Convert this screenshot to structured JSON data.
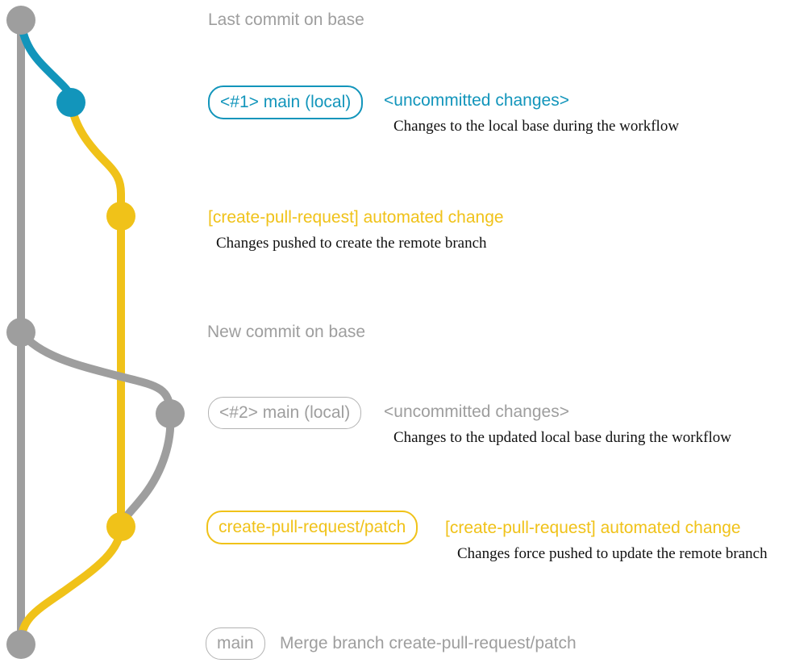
{
  "colors": {
    "gray": "#9E9E9E",
    "blue": "#1295BB",
    "yellow": "#F0C219",
    "box_border_gray": "#B3B3B3",
    "desc_text": "#111111",
    "background": "#FFFFFF"
  },
  "graph": {
    "type": "git-branch-diagram",
    "lanes": [
      {
        "name": "base",
        "color": "#9E9E9E"
      },
      {
        "name": "main-local",
        "color": "#1295BB"
      },
      {
        "name": "create-pull-request/patch",
        "color": "#F0C219"
      }
    ]
  },
  "rows": {
    "r1": {
      "title": "Last commit on base"
    },
    "r2": {
      "tag": "<#1> main (local)",
      "status": "<uncommitted changes>",
      "desc": "Changes to the local base during the workflow"
    },
    "r3": {
      "msg": "[create-pull-request] automated change",
      "desc": "Changes pushed to create the remote branch"
    },
    "r4": {
      "title": "New commit on base"
    },
    "r5": {
      "tag": "<#2> main (local)",
      "status": "<uncommitted changes>",
      "desc": "Changes to the updated local base during the workflow"
    },
    "r6": {
      "tag": "create-pull-request/patch",
      "msg": "[create-pull-request] automated change",
      "desc": "Changes force pushed to update the remote branch"
    },
    "r7": {
      "tag": "main",
      "msg": "Merge branch create-pull-request/patch"
    }
  }
}
